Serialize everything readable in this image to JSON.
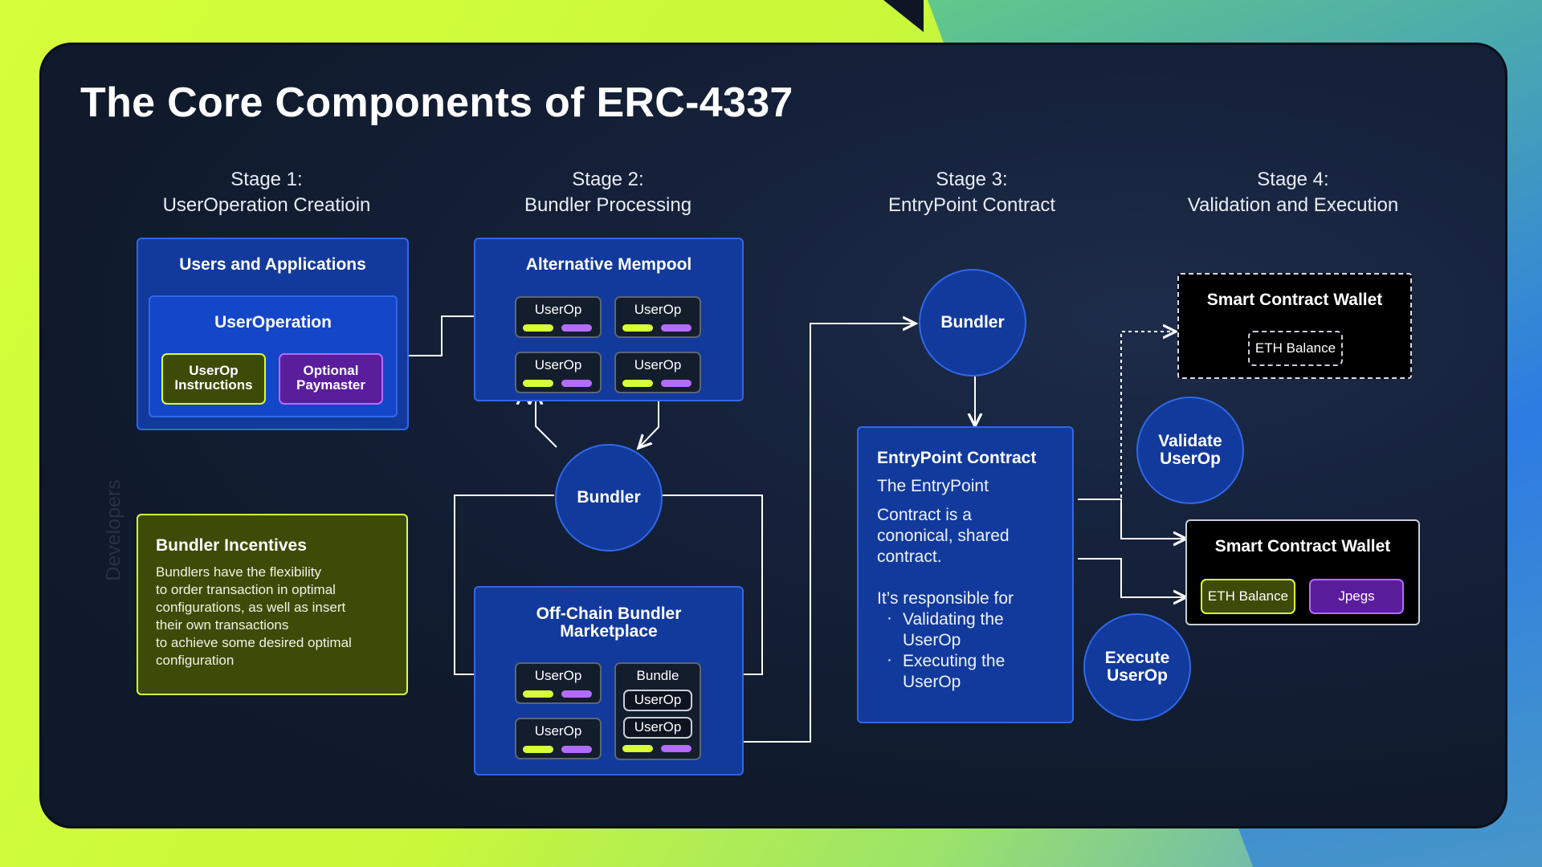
{
  "title": "The Core Components of ERC-4337",
  "side_label": "Developers",
  "stages": [
    {
      "line1": "Stage 1:",
      "line2": "UserOperation Creatioin"
    },
    {
      "line1": "Stage 2:",
      "line2": "Bundler Processing"
    },
    {
      "line1": "Stage 3:",
      "line2": "EntryPoint Contract"
    },
    {
      "line1": "Stage 4:",
      "line2": "Validation and Execution"
    }
  ],
  "users_apps": {
    "title": "Users and Applications",
    "userop_title": "UserOperation",
    "instructions": [
      "UserOp",
      "Instructions"
    ],
    "paymaster": [
      "Optional",
      "Paymaster"
    ]
  },
  "incentives": {
    "title": "Bundler Incentives",
    "lines": [
      "Bundlers have the flexibility",
      "to order transaction in optimal",
      "configurations, as well as insert",
      "their own transactions",
      "to achieve some desired optimal",
      "configuration"
    ]
  },
  "mempool": {
    "title": "Alternative Mempool",
    "ops": [
      "UserOp",
      "UserOp",
      "UserOp",
      "UserOp"
    ]
  },
  "bundler_mid": "Bundler",
  "marketplace": {
    "title": [
      "Off-Chain Bundler",
      "Marketplace"
    ],
    "ops": [
      "UserOp",
      "UserOp"
    ],
    "bundle_label": "Bundle",
    "bundle_ops": [
      "UserOp",
      "UserOp"
    ]
  },
  "bundler_stage3": "Bundler",
  "entrypoint": {
    "title": "EntryPoint Contract",
    "lines": [
      "The EntryPoint",
      "",
      "Contract is a",
      "cononical, shared",
      "contract."
    ],
    "resp": "It’s responsible for",
    "bullets": [
      [
        "Validating the",
        "UserOp"
      ],
      [
        "Executing the",
        "UserOp"
      ]
    ]
  },
  "validate": [
    "Validate",
    "UserOp"
  ],
  "execute": [
    "Execute",
    "UserOp"
  ],
  "wallet1": {
    "title": "Smart Contract Wallet",
    "balance": "ETH Balance"
  },
  "wallet2": {
    "title": "Smart Contract Wallet",
    "balance": "ETH Balance",
    "jpegs": "Jpegs"
  },
  "colors": {
    "accent_green": "#d7ff3a",
    "accent_purple": "#b46bff",
    "box_blue": "#123a9c",
    "border_blue": "#2f68e8"
  }
}
